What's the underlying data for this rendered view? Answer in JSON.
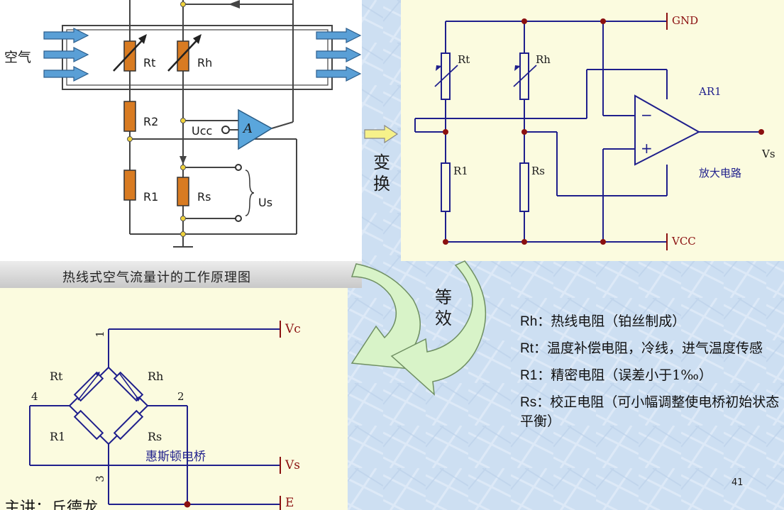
{
  "colors": {
    "resistor_fill": "#d87b22",
    "amp_fill": "#5aa6dc",
    "schematic_wire": "#1f1f8c",
    "schematic_node": "#8b1010",
    "panel_bg": "#fbfbdf",
    "air_arrow": "#5a9fd6",
    "equiv_arrow": "#d8f3c8"
  },
  "top_left": {
    "air_label": "空气",
    "rt": "Rt",
    "rh": "Rh",
    "r2": "R2",
    "r1": "R1",
    "rs": "Rs",
    "ucc": "Ucc",
    "amp": "A",
    "us": "Us",
    "caption": "热线式空气流量计的工作原理图"
  },
  "transform_label": "变换",
  "equiv_label": "等效",
  "top_right": {
    "gnd": "GND",
    "vcc": "VCC",
    "rt": "Rt",
    "rh": "Rh",
    "r1": "R1",
    "rs": "Rs",
    "ar1": "AR1",
    "vs": "Vs",
    "minus": "−",
    "plus": "+",
    "amp_caption": "放大电路"
  },
  "bridge": {
    "node1": "1",
    "node2": "2",
    "node3": "3",
    "node4": "4",
    "rt": "Rt",
    "rh": "Rh",
    "r1": "R1",
    "rs": "Rs",
    "vc": "Vc",
    "vs": "Vs",
    "e": "E",
    "name": "惠斯顿电桥",
    "speaker": "主讲：丘德龙"
  },
  "notes": [
    {
      "key": "Rh",
      "text": "：热线电阻（铂丝制成）"
    },
    {
      "key": "Rt",
      "text": "：温度补偿电阻，冷线，进气温度传感"
    },
    {
      "key": "R1",
      "text": "：精密电阻（误差小于1‰）"
    },
    {
      "key": "Rs",
      "text": "：校正电阻（可小幅调整使电桥初始状态平衡）"
    }
  ],
  "page_number": "41"
}
